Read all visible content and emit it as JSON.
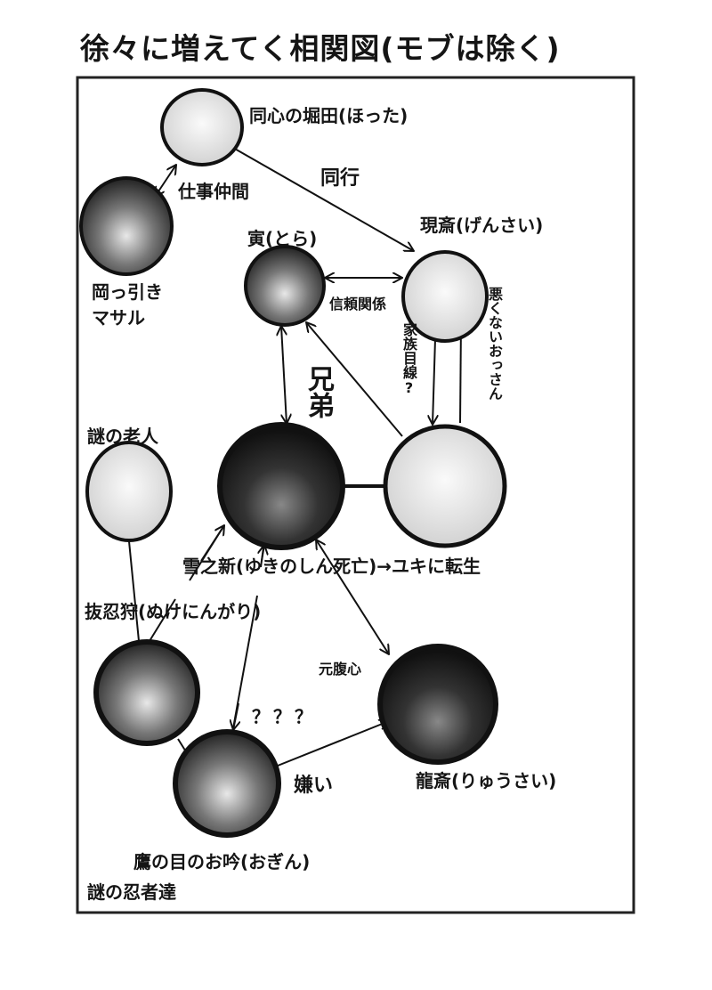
{
  "title": "徐々に増えてく相関図(モブは除く)",
  "characters": {
    "horita": "同心の堀田(ほった)",
    "masaru_line1": "岡っ引き",
    "masaru_line2": "マサル",
    "tora": "寅(とら)",
    "gensai": "現斎(げんさい)",
    "yukinoshin": "雪之新(ゆきのしん死亡)→ユキに転生",
    "old_man": "謎の老人",
    "ryusai": "龍斎(りゅうさい)",
    "ogin": "鷹の目のお吟(おぎん)",
    "ninjas": "謎の忍者達"
  },
  "relations": {
    "coworkers": "仕事仲間",
    "accompany": "同行",
    "trust": "信頼関係",
    "family_view": "家族目線?",
    "not_bad_guy": "悪くないおっさん",
    "brothers": "兄弟",
    "nukenin_hunter": "抜忍狩(ぬけにんがり)",
    "former_aide": "元腹心",
    "unknown": "？？？",
    "dislike": "嫌い"
  }
}
